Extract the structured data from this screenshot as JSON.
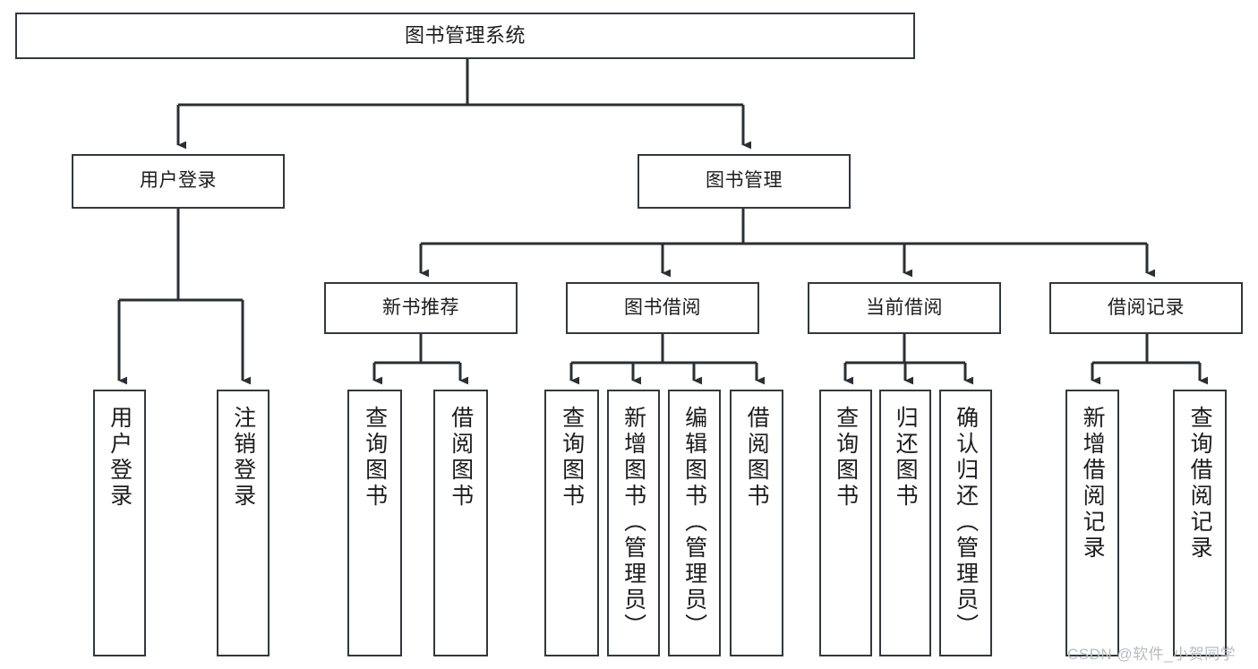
{
  "diagram": {
    "title": "图书管理系统",
    "type": "hierarchy-tree",
    "orientation": "top-down",
    "colors": {
      "background": "#ffffff",
      "box_border": "#33383d",
      "box_fill": "#ffffff",
      "connector": "#2b2f33",
      "text": "#1c1c1c",
      "watermark": "#b9bcc0"
    },
    "root": {
      "label": "图书管理系统"
    },
    "level2": [
      {
        "id": "user-login",
        "label": "用户登录"
      },
      {
        "id": "book-management",
        "label": "图书管理"
      }
    ],
    "level3": [
      {
        "id": "new-book-recommend",
        "label": "新书推荐",
        "parent": "book-management"
      },
      {
        "id": "book-borrow",
        "label": "图书借阅",
        "parent": "book-management"
      },
      {
        "id": "current-borrow",
        "label": "当前借阅",
        "parent": "book-management"
      },
      {
        "id": "borrow-record",
        "label": "借阅记录",
        "parent": "book-management"
      }
    ],
    "leaves": {
      "user_login": [
        {
          "id": "leaf-user-login",
          "label": "用户登录"
        },
        {
          "id": "leaf-logout",
          "label": "注销登录"
        }
      ],
      "new_book_recommend": [
        {
          "id": "leaf-query-book-1",
          "label": "查询图书"
        },
        {
          "id": "leaf-borrow-book-1",
          "label": "借阅图书"
        }
      ],
      "book_borrow": [
        {
          "id": "leaf-query-book-2",
          "label": "查询图书"
        },
        {
          "id": "leaf-add-book",
          "label": "新增图书（管理员）"
        },
        {
          "id": "leaf-edit-book",
          "label": "编辑图书（管理员）"
        },
        {
          "id": "leaf-borrow-book-2",
          "label": "借阅图书"
        }
      ],
      "current_borrow": [
        {
          "id": "leaf-query-book-3",
          "label": "查询图书"
        },
        {
          "id": "leaf-return-book",
          "label": "归还图书"
        },
        {
          "id": "leaf-confirm-return",
          "label": "确认归还（管理员）"
        }
      ],
      "borrow_record": [
        {
          "id": "leaf-add-record",
          "label": "新增借阅记录"
        },
        {
          "id": "leaf-query-record",
          "label": "查询借阅记录"
        }
      ]
    },
    "watermark": "CSDN @软件_小贺同学"
  }
}
